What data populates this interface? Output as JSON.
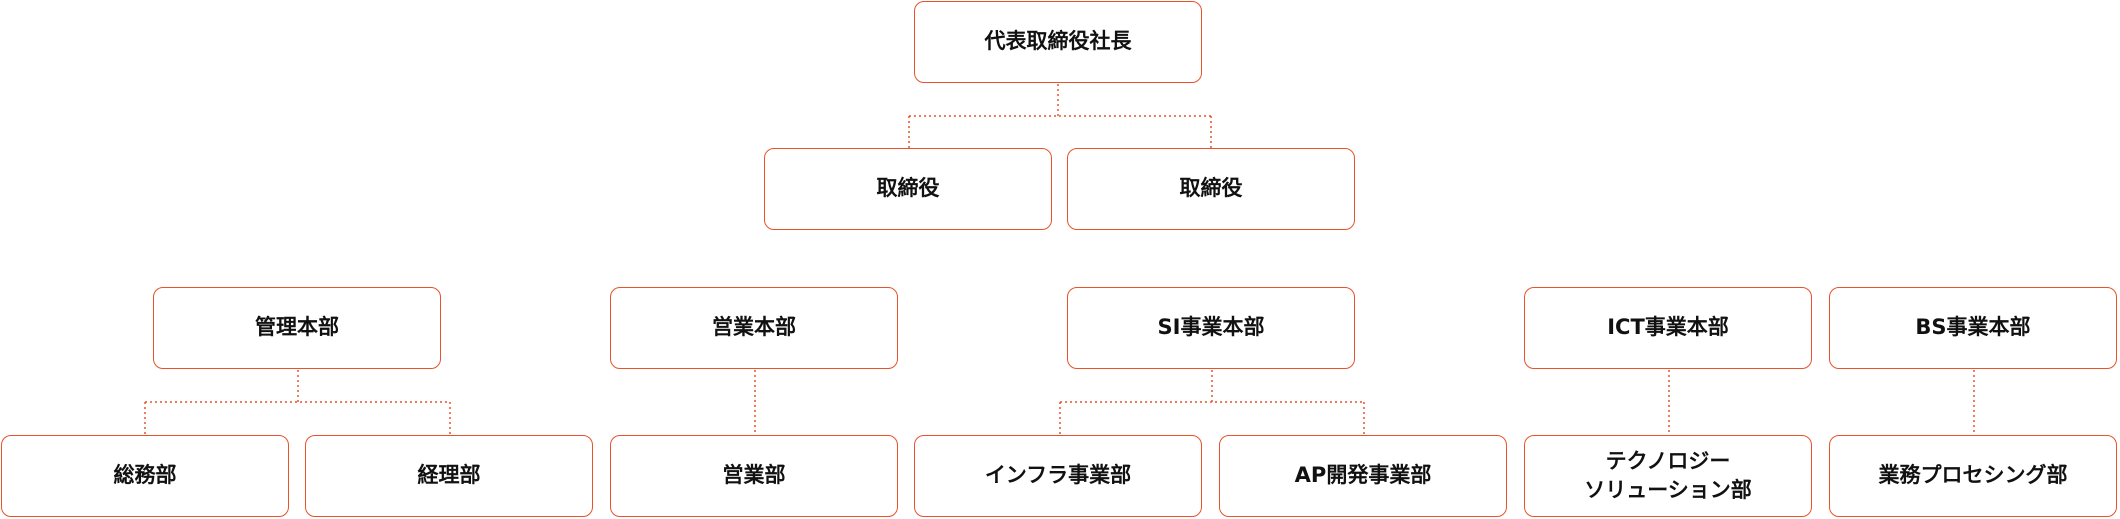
{
  "accent_color": "#e8532b",
  "org": {
    "president": "代表取締役社長",
    "directors": [
      "取締役",
      "取締役"
    ],
    "divisions": [
      {
        "name": "管理本部",
        "departments": [
          "総務部",
          "経理部"
        ]
      },
      {
        "name": "営業本部",
        "departments": [
          "営業部"
        ]
      },
      {
        "name": "SI事業本部",
        "departments": [
          "インフラ事業部",
          "AP開発事業部"
        ]
      },
      {
        "name": "ICT事業本部",
        "departments": [
          "テクノロジー\nソリューション部"
        ]
      },
      {
        "name": "BS事業本部",
        "departments": [
          "業務プロセシング部"
        ]
      }
    ]
  }
}
